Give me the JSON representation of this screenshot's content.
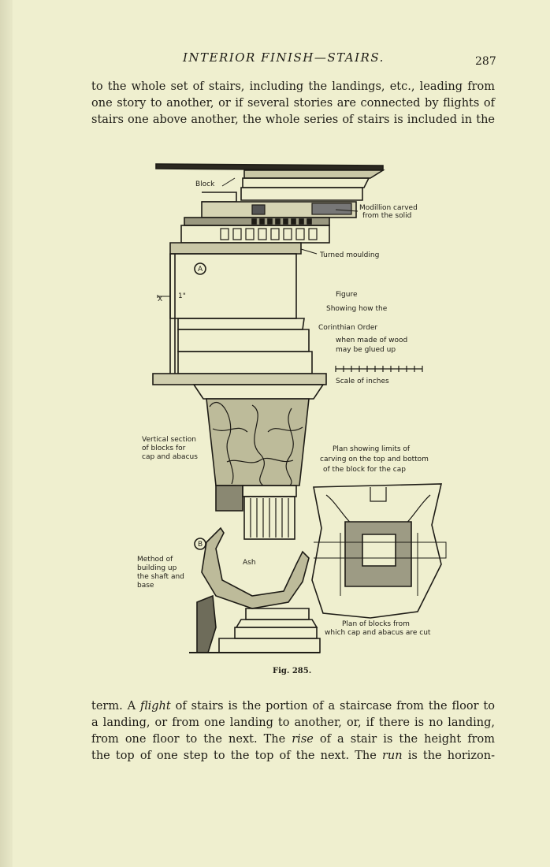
{
  "header": {
    "running_head": "INTERIOR FINISH—STAIRS.",
    "page_number": "287"
  },
  "top_paragraph": {
    "lines": [
      "to the whole set of stairs, including the landings, etc., leading from",
      "one story to another, or if several stories are connected by flights of",
      "stairs one above another, the whole series of stairs is included in the"
    ]
  },
  "figure": {
    "labels": {
      "block": "Block",
      "modillion": "Modillion carved",
      "modillion_2": "from the solid",
      "turned_moulding": "Turned moulding",
      "marker_a": "A",
      "marker_b": "B",
      "dim_x": "X",
      "dim_1": "1\"",
      "title_1": "Figure",
      "title_2": "Showing how the",
      "title_3": "Corinthian Order",
      "title_4": "when made of wood",
      "title_5": "may be glued up",
      "scale": "Scale of inches",
      "vertical_1": "Vertical section",
      "vertical_2": "of blocks for",
      "vertical_3": "cap and abacus",
      "plan_1": "Plan showing limits of",
      "plan_2": "carving on the top and bottom",
      "plan_3": "of the block for the cap",
      "method_1": "Method of",
      "method_2": "building up",
      "method_3": "the shaft and",
      "method_4": "base",
      "ash": "Ash",
      "plan_blocks_1": "Plan of blocks from",
      "plan_blocks_2": "which cap and abacus are cut"
    },
    "caption": "Fig. 285."
  },
  "bottom_paragraph": {
    "line1_a": "term.  A ",
    "flight": "flight",
    "line1_b": " of stairs is the portion of a staircase from the floor to",
    "line2": "a landing, or from one landing to another, or, if there is no landing,",
    "line3_a": "from one floor to the next.  The ",
    "rise": "rise",
    "line3_b": " of a stair is the height from",
    "line4_a": "the top of one step to the top of the next.  The ",
    "run": "run",
    "line4_b": " is the horizon-"
  }
}
